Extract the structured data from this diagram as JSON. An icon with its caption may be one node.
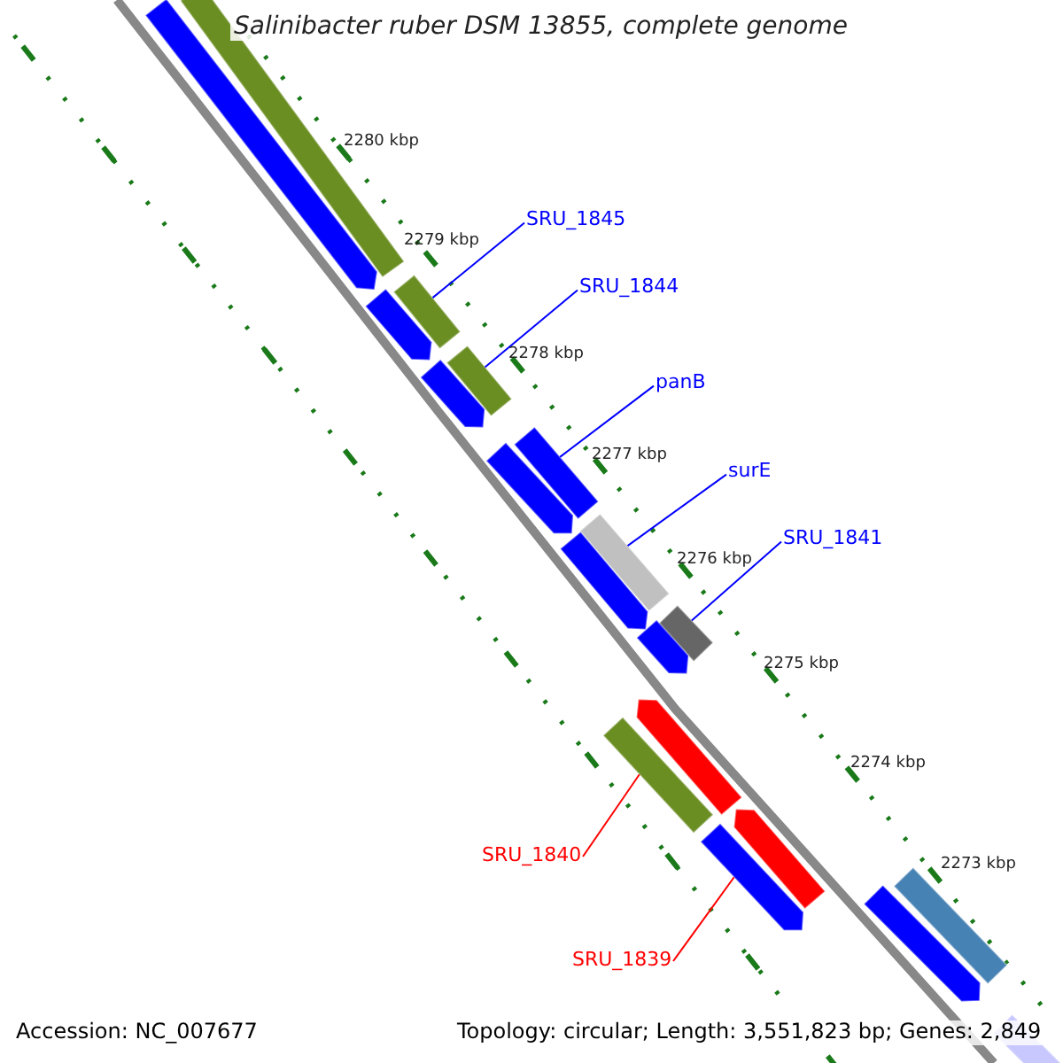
{
  "diagram": {
    "title": "Salinibacter ruber DSM 13855, complete genome",
    "nodes": [
      {
        "text": [
          "SRU_1845"
        ]
      },
      {
        "text": [
          "SRU_1844"
        ]
      },
      {
        "text": [
          "panB"
        ]
      },
      {
        "text": [
          "surE"
        ]
      },
      {
        "text": [
          "SRU_1841"
        ]
      },
      {
        "text": [
          "SRU_1840"
        ]
      },
      {
        "text": [
          "SRU_1839"
        ]
      },
      {
        "text": [],
        "shape": "bar"
      },
      {
        "text": [],
        "shape": "bar"
      },
      {
        "text": [],
        "shape": "bar"
      },
      {
        "text": [],
        "shape": "bar"
      },
      {
        "text": [],
        "shape": "bar"
      },
      {
        "text": [],
        "shape": "bar"
      },
      {
        "text": [],
        "shape": "bar"
      },
      {
        "text": [],
        "shape": "bar"
      },
      {
        "text": [],
        "shape": "bar"
      },
      {
        "text": [],
        "shape": "bar"
      },
      {
        "text": [],
        "shape": "bar"
      },
      {
        "text": [],
        "shape": "bar"
      },
      {
        "text": [],
        "shape": "bar"
      },
      {
        "text": [],
        "shape": "bar"
      },
      {
        "text": [],
        "shape": "bar"
      },
      {
        "text": [],
        "shape": "bar"
      },
      {
        "text": [],
        "shape": "bar"
      },
      {
        "text": [],
        "shape": "bar"
      },
      {
        "text": [],
        "shape": "bar"
      }
    ],
    "edges": [
      {
        "from": 0,
        "to": 9,
        "arrow": "none"
      },
      {
        "from": 1,
        "to": 11,
        "arrow": "none"
      },
      {
        "from": 2,
        "to": 13,
        "arrow": "none"
      },
      {
        "from": 3,
        "to": 15,
        "arrow": "none"
      },
      {
        "from": 4,
        "to": 17,
        "arrow": "none"
      },
      {
        "from": 5,
        "to": 20,
        "arrow": "none",
        "color": "#ff0000"
      },
      {
        "from": 6,
        "to": 22,
        "arrow": "none",
        "color": "#ff0000"
      }
    ],
    "labels": [
      "2280 kbp",
      "2279 kbp",
      "2278 kbp",
      "2277 kbp",
      "2276 kbp",
      "2275 kbp",
      "2274 kbp",
      "2273 kbp",
      "Accession: NC_007677",
      "Topology: circular; Length: 3,551,823 bp; Genes: 2,849"
    ]
  }
}
